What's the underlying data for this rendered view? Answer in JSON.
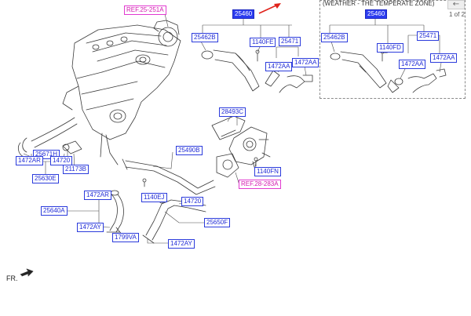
{
  "inset": {
    "title": "(WEATHER - THE TEMPERATE ZONE)",
    "page_indicator": "1 of 2",
    "back_icon": "arrow-left-icon"
  },
  "orientation": {
    "front_label": "FR."
  },
  "colors": {
    "label_text": "#1f2ad6",
    "highlight_fill": "#2c3cf0",
    "ref_text": "#d417b0",
    "pointer_arrow": "#e0231b"
  },
  "labels": {
    "ref_25_251a": "REF.25-251A",
    "p25460_main": "25460",
    "p25462b_main": "25462B",
    "p1140fe": "1140FE",
    "p25471_main": "25471",
    "p1472aa_main_a": "1472AA",
    "p1472aa_main_b": "1472AA",
    "p25460_inset": "25460",
    "p25462b_inset": "25462B",
    "p1140fd": "1140FD",
    "p25471_inset": "25471",
    "p1472aa_inset_a": "1472AA",
    "p1472aa_inset_b": "1472AA",
    "p28493c": "28493C",
    "p25490b": "25490B",
    "p1140fn": "1140FN",
    "ref_28_283a": "REF.28-283A",
    "p1140ej": "1140EJ",
    "p14720_lower": "14720",
    "p25650f": "25650F",
    "p1472ay_lower": "1472AY",
    "p25671h": "25671H",
    "p1472ar_left": "1472AR",
    "p14720_left": "14720",
    "p21173b": "21173B",
    "p25630e": "25630E",
    "p1472ar_mid": "1472AR",
    "p25640a": "25640A",
    "p1472ay_mid": "1472AY",
    "p1799va": "1799VA"
  }
}
